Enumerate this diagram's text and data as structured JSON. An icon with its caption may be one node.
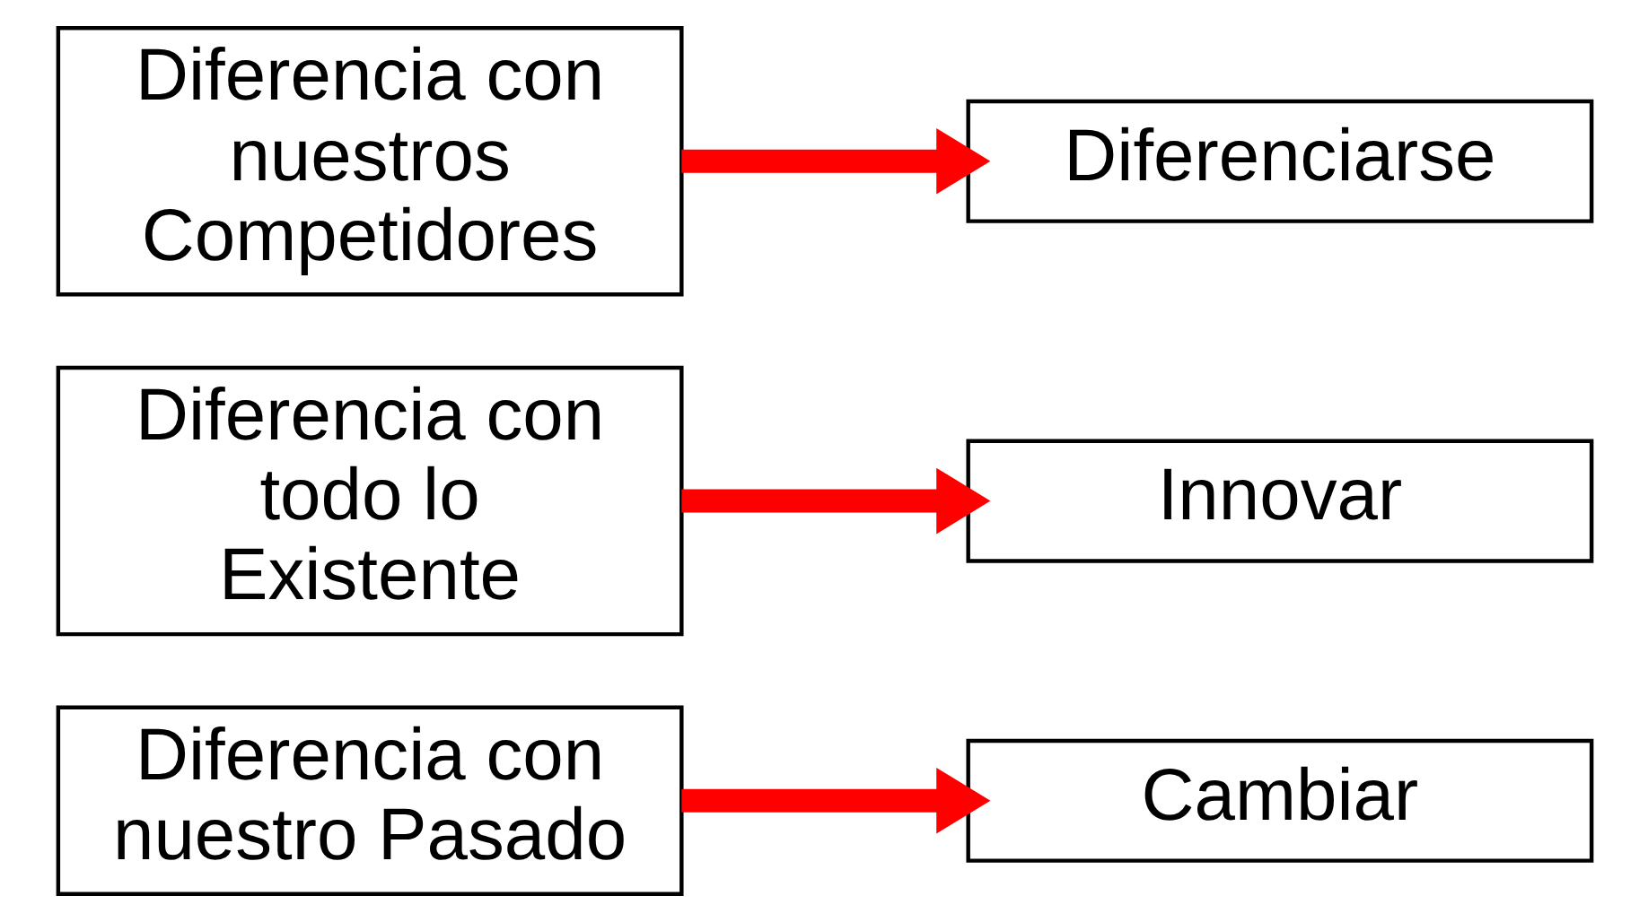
{
  "diagram": {
    "nodes": [
      {
        "text": [
          "Diferencia con nuestros Competidores"
        ]
      },
      {
        "text": [
          "Diferencia con todo lo Existente"
        ]
      },
      {
        "text": [
          "Diferencia con nuestro Pasado"
        ]
      },
      {
        "text": [
          "Diferenciarse"
        ]
      },
      {
        "text": [
          "Innovar"
        ]
      },
      {
        "text": [
          "Cambiar"
        ]
      }
    ],
    "edges": [
      {
        "from": 0,
        "to": 3,
        "arrow": "to",
        "color": "#ff0000"
      },
      {
        "from": 1,
        "to": 4,
        "arrow": "to",
        "color": "#ff0000"
      },
      {
        "from": 2,
        "to": 5,
        "arrow": "to",
        "color": "#ff0000"
      }
    ]
  }
}
